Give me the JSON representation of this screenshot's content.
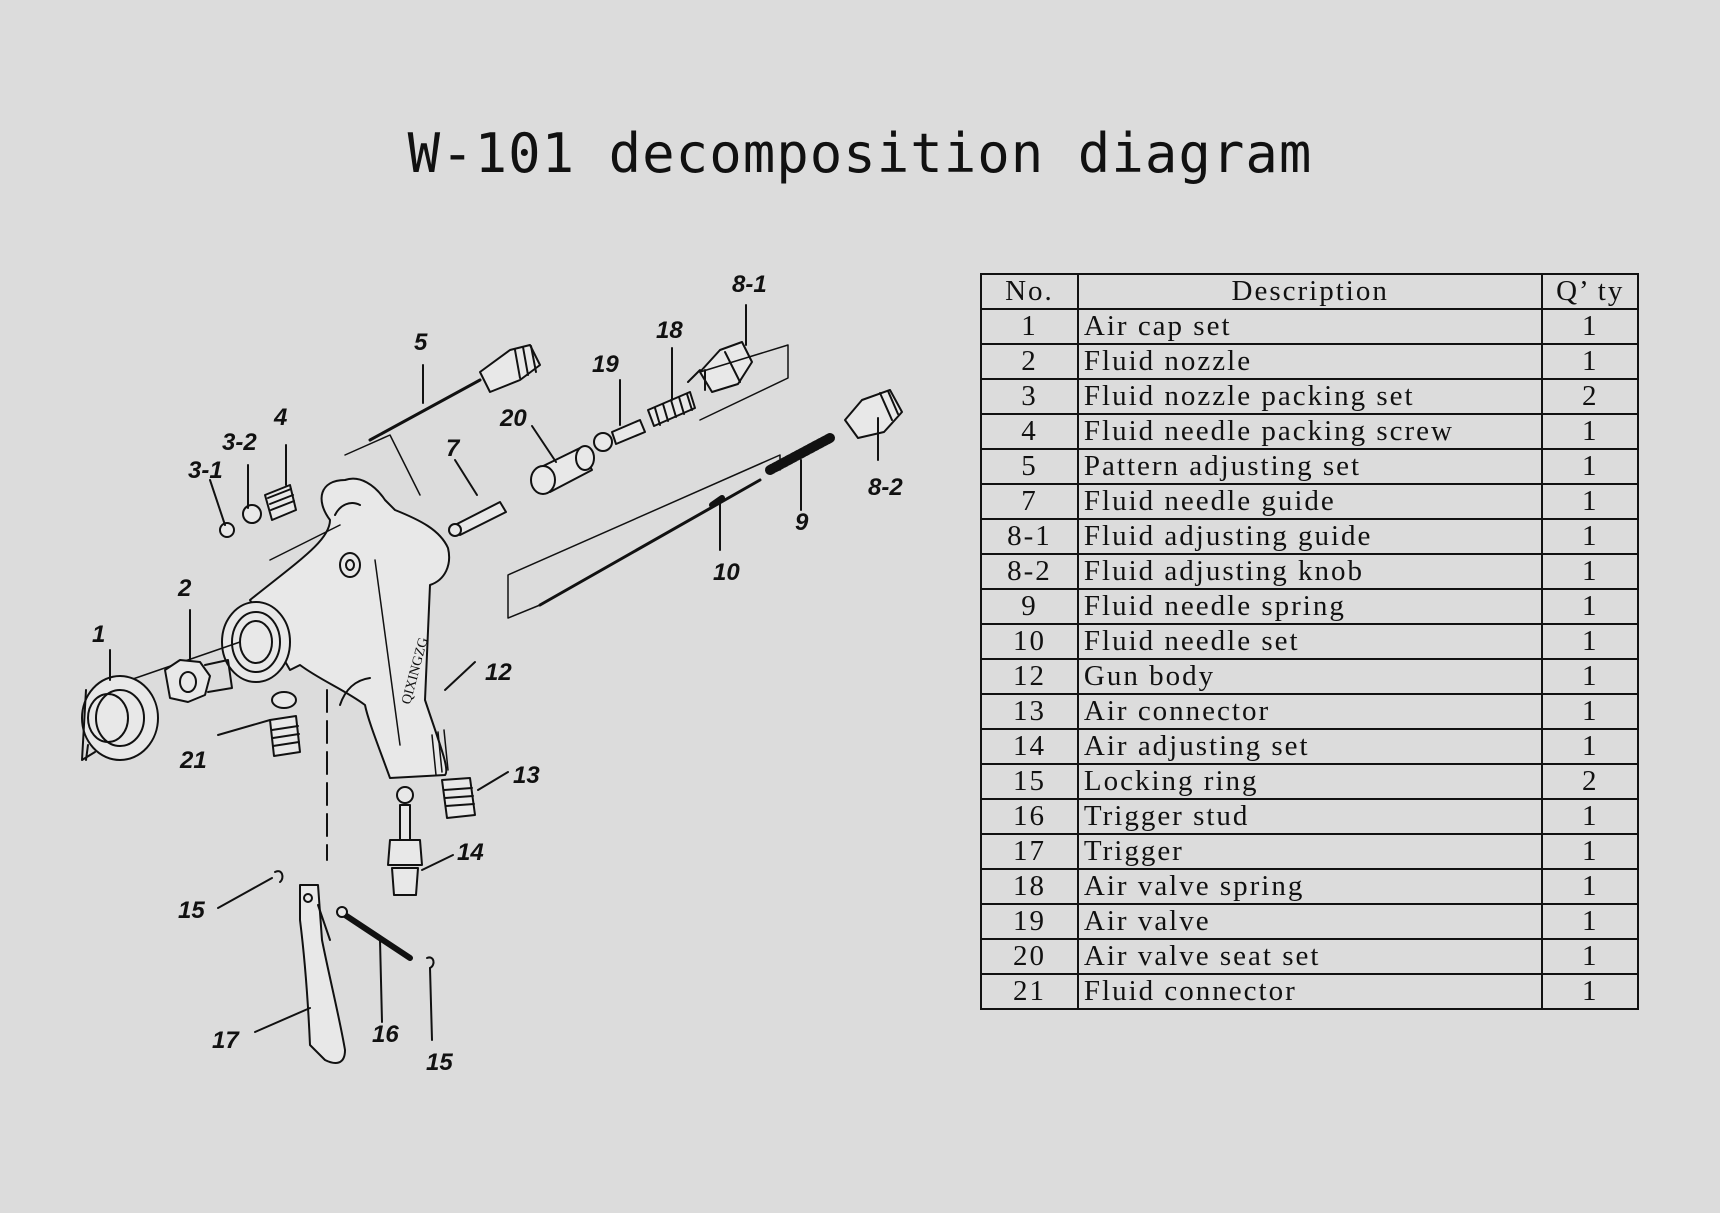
{
  "title": "W-101 decomposition diagram",
  "diagram": {
    "labels": [
      "1",
      "2",
      "3-1",
      "3-2",
      "4",
      "5",
      "7",
      "8-1",
      "8-2",
      "9",
      "10",
      "12",
      "13",
      "14",
      "15",
      "15",
      "16",
      "17",
      "18",
      "19",
      "20",
      "21"
    ],
    "brand_mark": "QIXINGZG"
  },
  "table": {
    "headers": {
      "no": "No.",
      "desc": "Description",
      "qty": "Q’ ty"
    },
    "rows": [
      {
        "no": "1",
        "desc": "Air cap set",
        "qty": "1"
      },
      {
        "no": "2",
        "desc": "Fluid nozzle",
        "qty": "1"
      },
      {
        "no": "3",
        "desc": "Fluid nozzle packing set",
        "qty": "2"
      },
      {
        "no": "4",
        "desc": "Fluid needle packing screw",
        "qty": "1"
      },
      {
        "no": "5",
        "desc": "Pattern adjusting set",
        "qty": "1"
      },
      {
        "no": "7",
        "desc": "Fluid needle guide",
        "qty": "1"
      },
      {
        "no": "8-1",
        "desc": "Fluid adjusting guide",
        "qty": "1"
      },
      {
        "no": "8-2",
        "desc": "Fluid adjusting knob",
        "qty": "1"
      },
      {
        "no": "9",
        "desc": "Fluid needle spring",
        "qty": "1"
      },
      {
        "no": "10",
        "desc": "Fluid needle set",
        "qty": "1"
      },
      {
        "no": "12",
        "desc": "Gun body",
        "qty": "1"
      },
      {
        "no": "13",
        "desc": "Air connector",
        "qty": "1"
      },
      {
        "no": "14",
        "desc": "Air adjusting set",
        "qty": "1"
      },
      {
        "no": "15",
        "desc": "Locking ring",
        "qty": "2"
      },
      {
        "no": "16",
        "desc": "Trigger stud",
        "qty": "1"
      },
      {
        "no": "17",
        "desc": "Trigger",
        "qty": "1"
      },
      {
        "no": "18",
        "desc": "Air valve spring",
        "qty": "1"
      },
      {
        "no": "19",
        "desc": "Air valve",
        "qty": "1"
      },
      {
        "no": "20",
        "desc": "Air valve seat set",
        "qty": "1"
      },
      {
        "no": "21",
        "desc": "Fluid connector",
        "qty": "1"
      }
    ]
  }
}
